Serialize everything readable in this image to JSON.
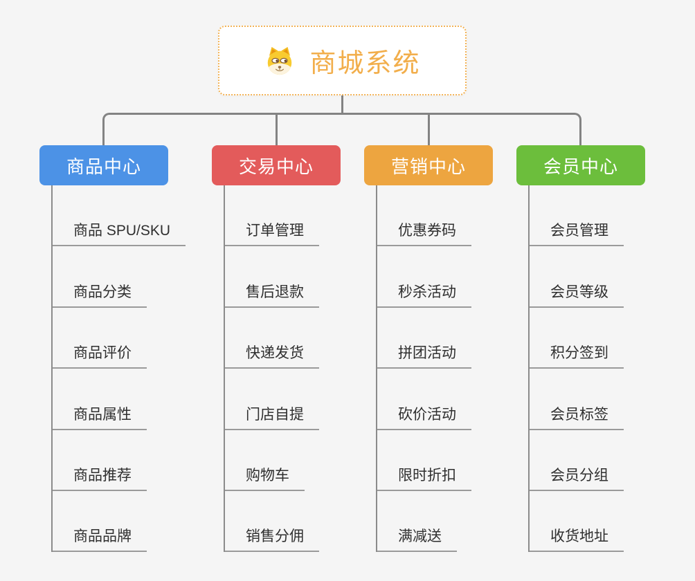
{
  "root": {
    "label": "商城系统",
    "icon": "dog-face-icon",
    "text_color": "#F2AE4B",
    "border_color": "#F3B356"
  },
  "branches": [
    {
      "id": "product-center",
      "label": "商品中心",
      "color": "#4C92E6",
      "items": [
        "商品 SPU/SKU",
        "商品分类",
        "商品评价",
        "商品属性",
        "商品推荐",
        "商品品牌"
      ]
    },
    {
      "id": "trade-center",
      "label": "交易中心",
      "color": "#E35B5B",
      "items": [
        "订单管理",
        "售后退款",
        "快递发货",
        "门店自提",
        "购物车",
        "销售分佣"
      ]
    },
    {
      "id": "marketing-center",
      "label": "营销中心",
      "color": "#EDA540",
      "items": [
        "优惠券码",
        "秒杀活动",
        "拼团活动",
        "砍价活动",
        "限时折扣",
        "满减送"
      ]
    },
    {
      "id": "member-center",
      "label": "会员中心",
      "color": "#6CBE3C",
      "items": [
        "会员管理",
        "会员等级",
        "积分签到",
        "会员标签",
        "会员分组",
        "收货地址"
      ]
    }
  ],
  "colors": {
    "background": "#F5F5F5",
    "connector": "#838383",
    "item_line": "#9A9A9A",
    "item_text": "#2F2F2F",
    "branch_text": "#FFFFFF"
  }
}
